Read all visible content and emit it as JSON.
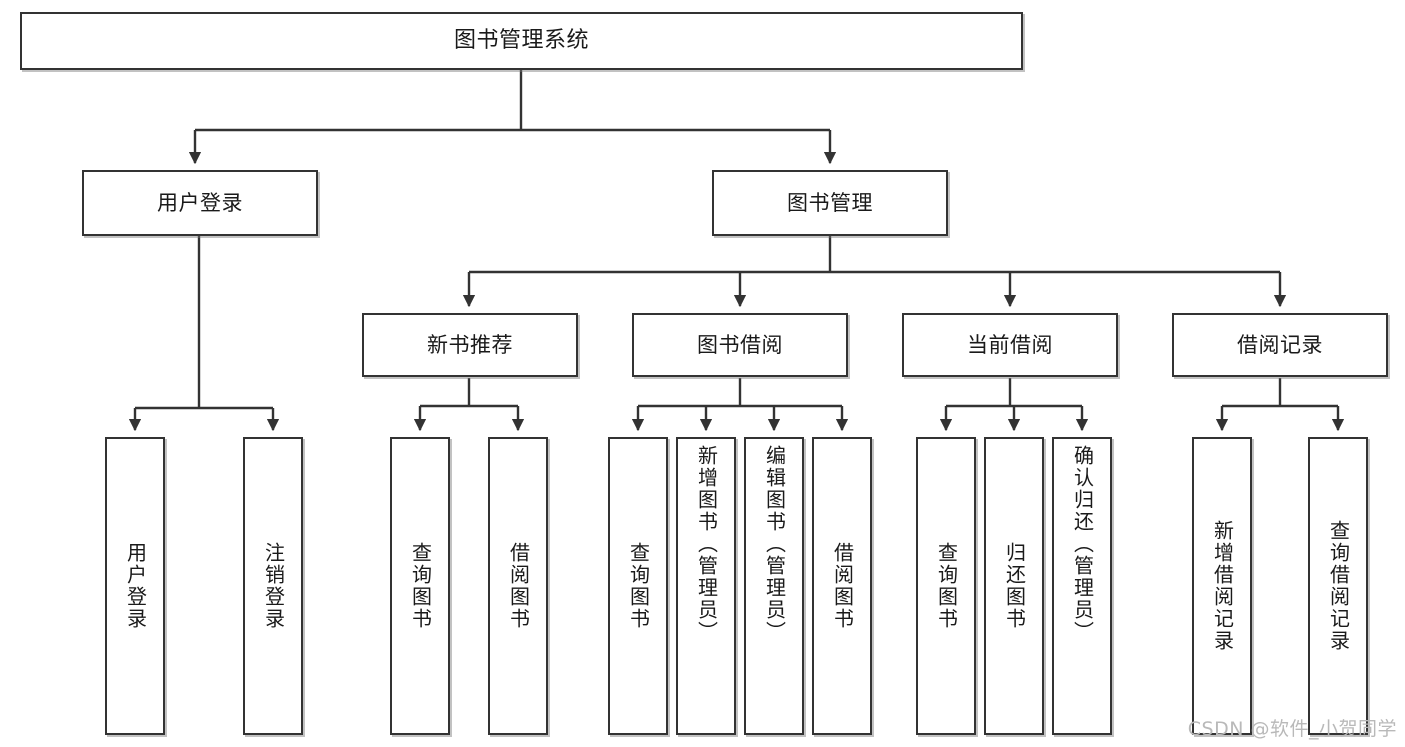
{
  "diagram": {
    "title": "图书管理系统",
    "type": "tree-hierarchy-chart",
    "root": {
      "label": "图书管理系统"
    },
    "level2": [
      {
        "label": "用户登录"
      },
      {
        "label": "图书管理"
      }
    ],
    "level3": [
      {
        "label": "新书推荐"
      },
      {
        "label": "图书借阅"
      },
      {
        "label": "当前借阅"
      },
      {
        "label": "借阅记录"
      }
    ],
    "leaves": {
      "user_login": [
        {
          "label": "用户登录"
        },
        {
          "label": "注销登录"
        }
      ],
      "new_book_recommend": [
        {
          "label": "查询图书"
        },
        {
          "label": "借阅图书"
        }
      ],
      "book_borrow": [
        {
          "label": "查询图书"
        },
        {
          "label": "新增图书（管理员）"
        },
        {
          "label": "编辑图书（管理员）"
        },
        {
          "label": "借阅图书"
        }
      ],
      "current_borrow": [
        {
          "label": "查询图书"
        },
        {
          "label": "归还图书"
        },
        {
          "label": "确认归还（管理员）"
        }
      ],
      "borrow_records": [
        {
          "label": "新增借阅记录"
        },
        {
          "label": "查询借阅记录"
        }
      ]
    }
  },
  "watermark": {
    "text": "CSDN @软件_小贺同学"
  },
  "colors": {
    "box_border": "#333333",
    "box_fill": "#ffffff",
    "text": "#1a1a1a",
    "connector": "#333333",
    "watermark": "#b9b9b9"
  }
}
